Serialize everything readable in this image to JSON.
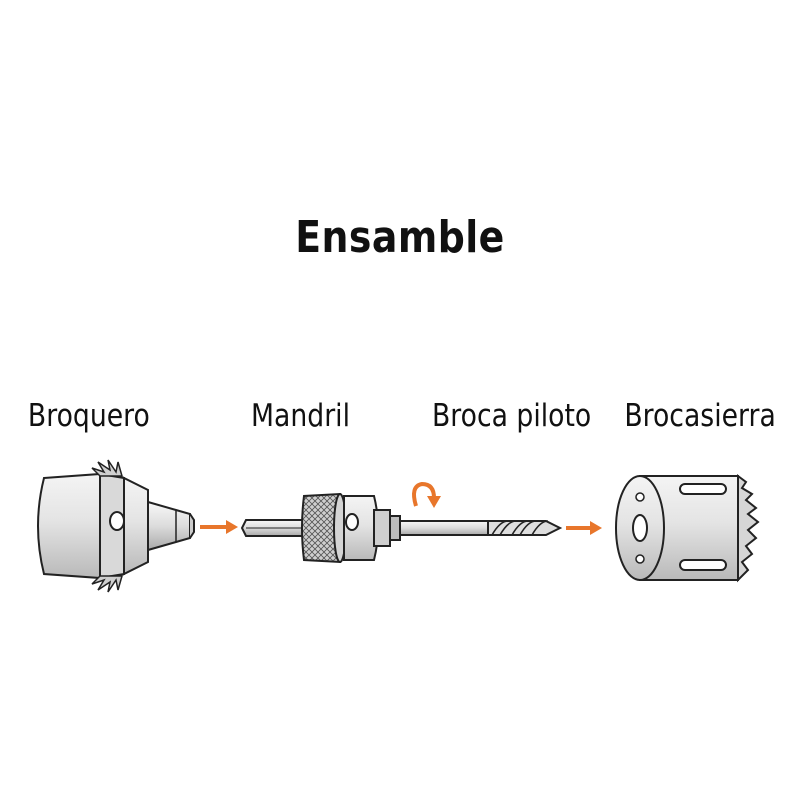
{
  "title": "Ensamble",
  "labels": {
    "broquero": "Broquero",
    "mandril": "Mandril",
    "broca_piloto": "Broca piloto",
    "brocasierra": "Brocasierra"
  },
  "colors": {
    "arrow": "#e8762b",
    "metal_light": "#ececec",
    "metal_mid": "#d2d2d2",
    "metal_dark": "#9a9a9a",
    "outline": "#222222"
  }
}
